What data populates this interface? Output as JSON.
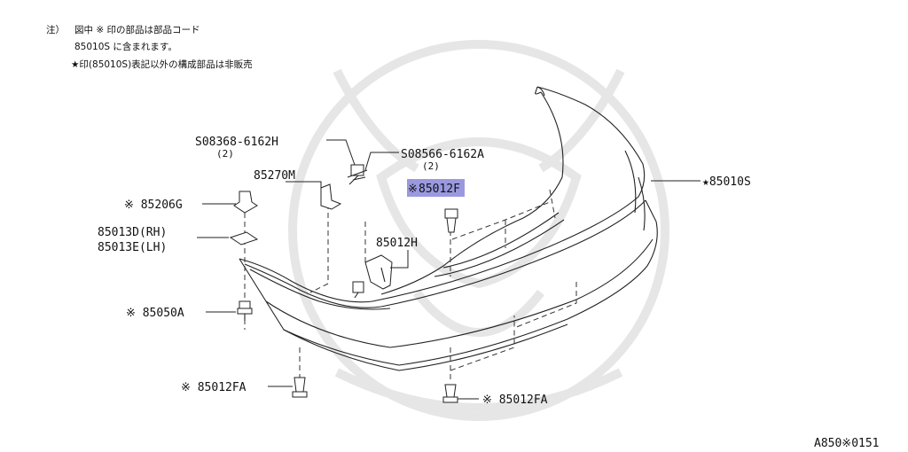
{
  "notes": {
    "line1_prefix": "注）",
    "line1": "図中 ※ 印の部品は部品コード",
    "line2": "85010S に含まれます。",
    "line3": "★印(85010S)表記以外の構成部品は非販売"
  },
  "parts": {
    "bolt_top": {
      "code": "S08368-6162H",
      "qty": "(2)"
    },
    "bolt_right": {
      "code": "S08566-6162A",
      "qty": "(2)"
    },
    "bracket_m": "85270M",
    "clip_g": "※ 85206G",
    "stay_rh": "85013D(RH)",
    "stay_lh": "85013E(LH)",
    "bracket_h": "85012H",
    "clip_f_prefix": "※",
    "clip_f": "85012F",
    "bumper": "★85010S",
    "screw_a": "※ 85050A",
    "clip_fa_left": "※ 85012FA",
    "clip_fa_right": "※ 85012FA"
  },
  "figure_id": "A850※0151",
  "colors": {
    "highlight": "#9a99e0",
    "line": "#222222",
    "watermark": "#e6e6e6"
  }
}
